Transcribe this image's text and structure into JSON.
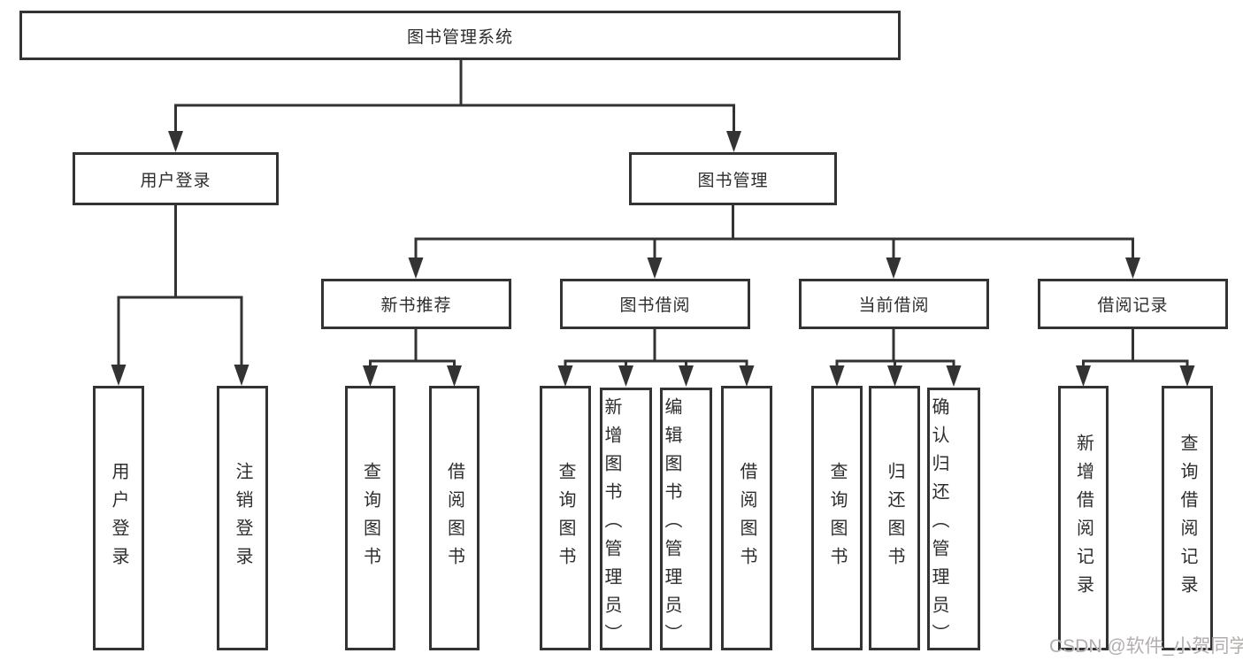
{
  "diagram": {
    "root": {
      "label": "图书管理系统"
    },
    "level2": {
      "user_login": {
        "label": "用户登录"
      },
      "book_mgmt": {
        "label": "图书管理"
      }
    },
    "level3": {
      "new_books": {
        "label": "新书推荐"
      },
      "book_borrow": {
        "label": "图书借阅"
      },
      "current_borrow": {
        "label": "当前借阅"
      },
      "borrow_records": {
        "label": "借阅记录"
      }
    },
    "leaves": {
      "user_login_1": {
        "label": "用户登录"
      },
      "user_login_2": {
        "label": "注销登录"
      },
      "new_books_1": {
        "label": "查询图书"
      },
      "new_books_2": {
        "label": "借阅图书"
      },
      "borrow_1": {
        "label": "查询图书"
      },
      "borrow_2": {
        "label": "新增图书（管理员）"
      },
      "borrow_3": {
        "label": "编辑图书（管理员）"
      },
      "borrow_4": {
        "label": "借阅图书"
      },
      "current_1": {
        "label": "查询图书"
      },
      "current_2": {
        "label": "归还图书"
      },
      "current_3": {
        "label": "确认归还（管理员）"
      },
      "records_1": {
        "label": "新增借阅记录"
      },
      "records_2": {
        "label": "查询借阅记录"
      }
    }
  },
  "watermark": {
    "text": "CSDN @软件_小贺同学"
  },
  "colors": {
    "line": "#333333",
    "text": "#2d2d2d",
    "background": "#ffffff",
    "watermark": "#b3aeae"
  }
}
